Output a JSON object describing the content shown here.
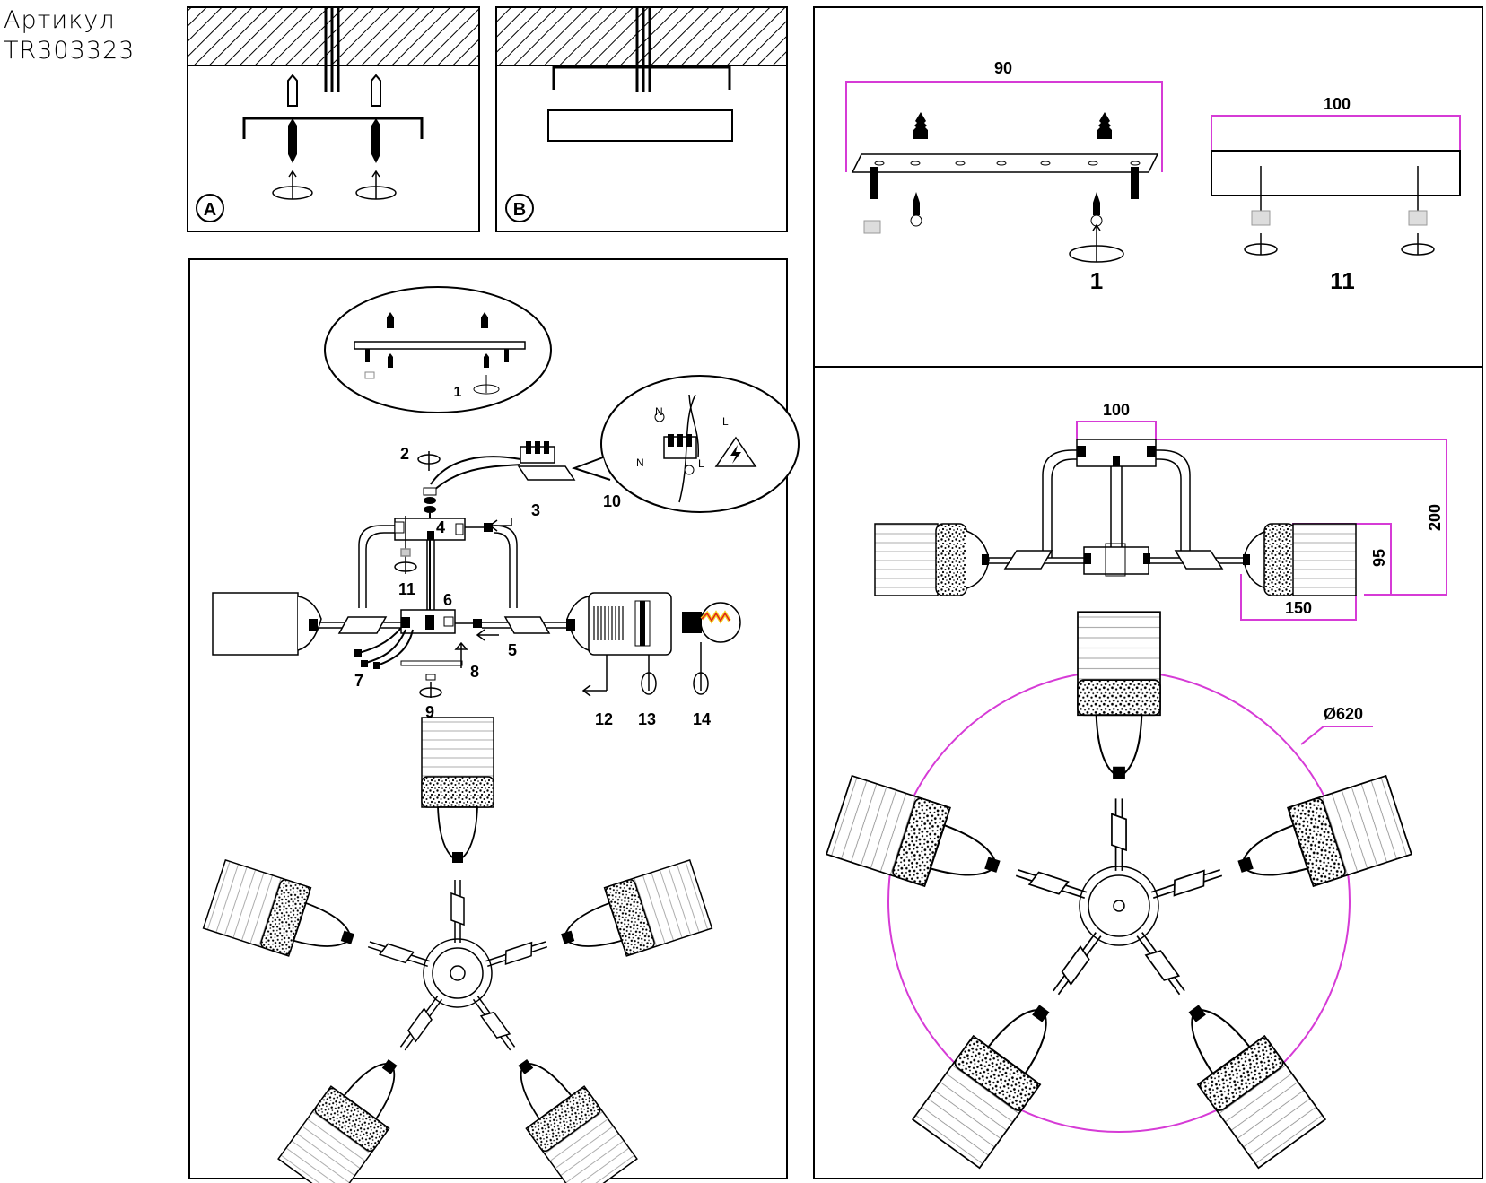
{
  "header": {
    "article_label": "Артикул",
    "article_code": "TR303323"
  },
  "panel_a": {
    "badge": "A"
  },
  "panel_b": {
    "badge": "B"
  },
  "assembly": {
    "step_labels": [
      "1",
      "2",
      "3",
      "4",
      "5",
      "6",
      "7",
      "8",
      "9",
      "10",
      "11",
      "12",
      "13",
      "14"
    ],
    "wire_labels": {
      "neutral": "N",
      "live": "L"
    }
  },
  "mounting": {
    "plate_width": "90",
    "plate_width_11": "100",
    "step_a": "1",
    "step_b": "11"
  },
  "dimensions": {
    "canopy_width": "100",
    "height": "200",
    "shade_height": "95",
    "shade_width": "150",
    "diameter": "Ø620"
  },
  "colors": {
    "dimension": "#d63bd6",
    "line": "#000000",
    "hatch": "#000000",
    "bulb_filament": "#e0201c",
    "bulb_glow": "#f5d020"
  }
}
